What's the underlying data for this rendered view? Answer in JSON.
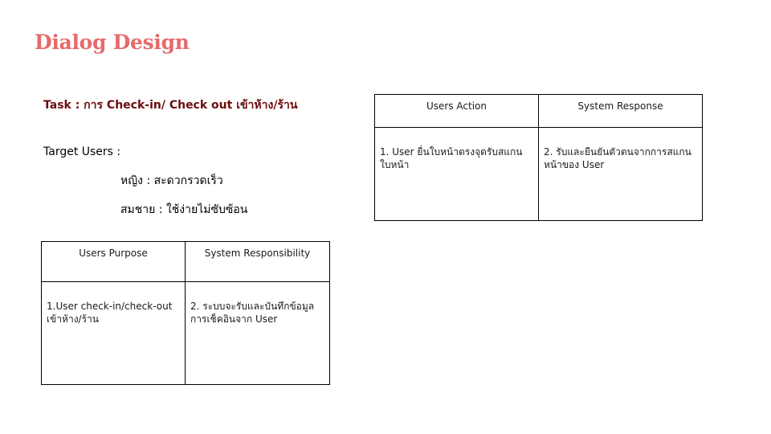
{
  "title": "Dialog Design",
  "task": "Task : การ Check-in/ Check out เข้าห้าง/ร้าน",
  "target_users": {
    "label": "Target Users :",
    "female": "หญิง : สะดวกรวดเร็ว",
    "male": "สมชาย : ใช้ง่ายไม่ซับซ้อน"
  },
  "purpose_table": {
    "headers": [
      "Users Purpose",
      "System Responsibility"
    ],
    "rows": [
      [
        "1.User check-in/check-out เข้าห้าง/ร้าน",
        "2. ระบบจะรับและบันทึกข้อมูลการเช็คอินจาก User"
      ]
    ]
  },
  "action_table": {
    "headers": [
      "Users Action",
      "System Response"
    ],
    "rows": [
      [
        "1. User ยื่นใบหน้าตรงจุดรับสแกนใบหน้า",
        "2. รับและยืนยันตัวตนจากการสแกนหน้าของ User"
      ]
    ]
  },
  "colors": {
    "title": "#e66a6a",
    "task": "#6b0d0d"
  }
}
